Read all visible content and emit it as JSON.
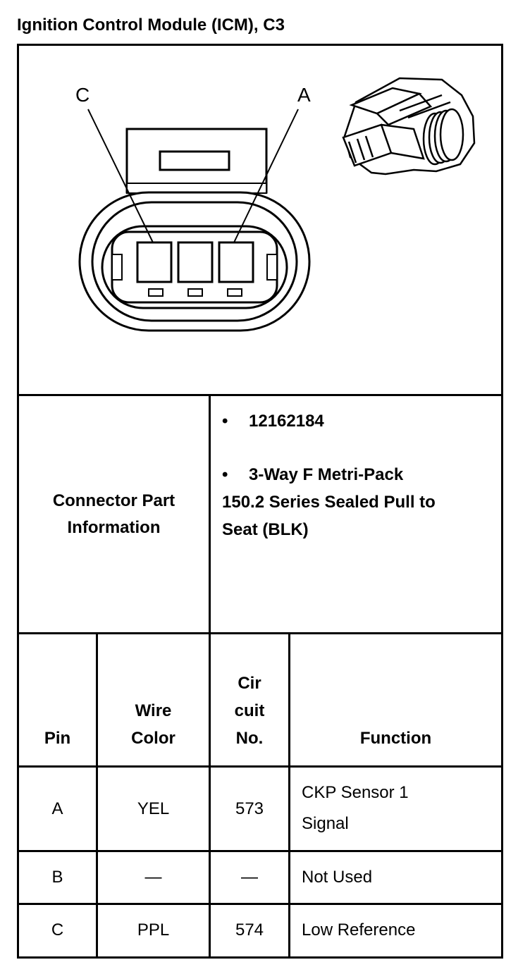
{
  "title": "Ignition Control Module (ICM), C3",
  "diagram": {
    "pin_label_c": "C",
    "pin_label_a": "A"
  },
  "connector_info": {
    "label_line1": "Connector Part",
    "label_line2": "Information",
    "bullet": "•",
    "part_number": "12162184",
    "description_line1": "3-Way F Metri-Pack",
    "description_line2": "150.2 Series Sealed Pull to",
    "description_line3": "Seat (BLK)"
  },
  "table": {
    "headers": {
      "pin": "Pin",
      "wire_color_1": "Wire",
      "wire_color_2": "Color",
      "circuit_1": "Cir",
      "circuit_2": "cuit",
      "circuit_3": "No.",
      "function": "Function"
    },
    "rows": [
      {
        "pin": "A",
        "wire_color": "YEL",
        "circuit": "573",
        "function_line1": "CKP Sensor 1",
        "function_line2": "Signal"
      },
      {
        "pin": "B",
        "wire_color": "—",
        "circuit": "—",
        "function_line1": "Not Used",
        "function_line2": ""
      },
      {
        "pin": "C",
        "wire_color": "PPL",
        "circuit": "574",
        "function_line1": "Low Reference",
        "function_line2": ""
      }
    ]
  }
}
